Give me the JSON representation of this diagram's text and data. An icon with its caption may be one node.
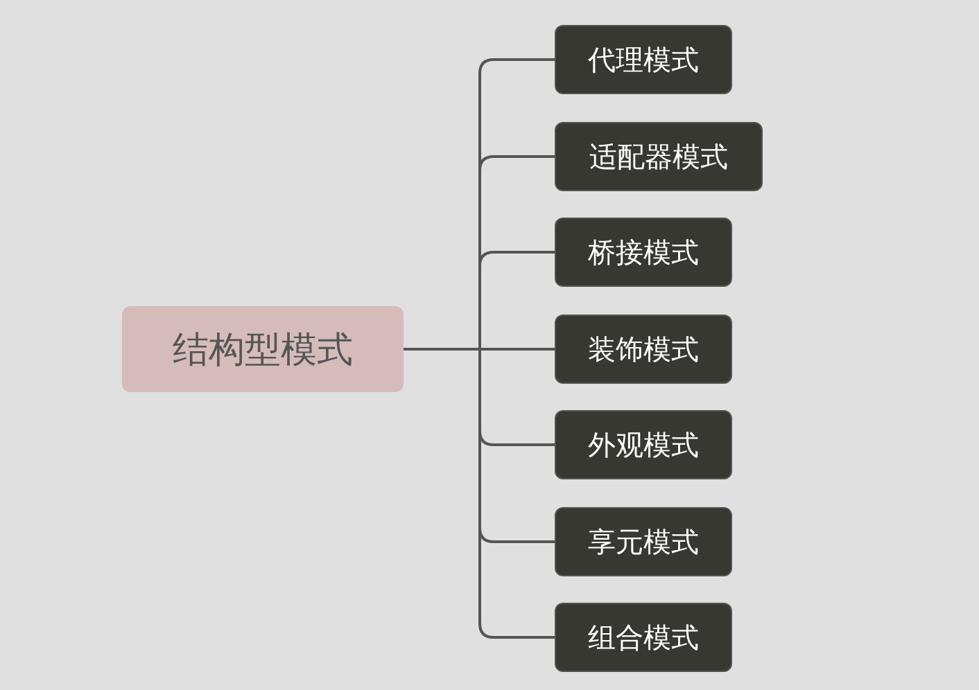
{
  "diagram": {
    "nodes": [
      {
        "text": [
          "结构型模式"
        ]
      },
      {
        "text": [
          "代理模式"
        ]
      },
      {
        "text": [
          "适配器模式"
        ]
      },
      {
        "text": [
          "桥接模式"
        ]
      },
      {
        "text": [
          "装饰模式"
        ]
      },
      {
        "text": [
          "外观模式"
        ]
      },
      {
        "text": [
          "享元模式"
        ]
      },
      {
        "text": [
          "组合模式"
        ]
      }
    ],
    "edges": [
      {
        "from": 0,
        "to": 1,
        "arrow": "none"
      },
      {
        "from": 0,
        "to": 2,
        "arrow": "none"
      },
      {
        "from": 0,
        "to": 3,
        "arrow": "none"
      },
      {
        "from": 0,
        "to": 4,
        "arrow": "none"
      },
      {
        "from": 0,
        "to": 5,
        "arrow": "none"
      },
      {
        "from": 0,
        "to": 6,
        "arrow": "none"
      },
      {
        "from": 0,
        "to": 7,
        "arrow": "none"
      }
    ]
  }
}
